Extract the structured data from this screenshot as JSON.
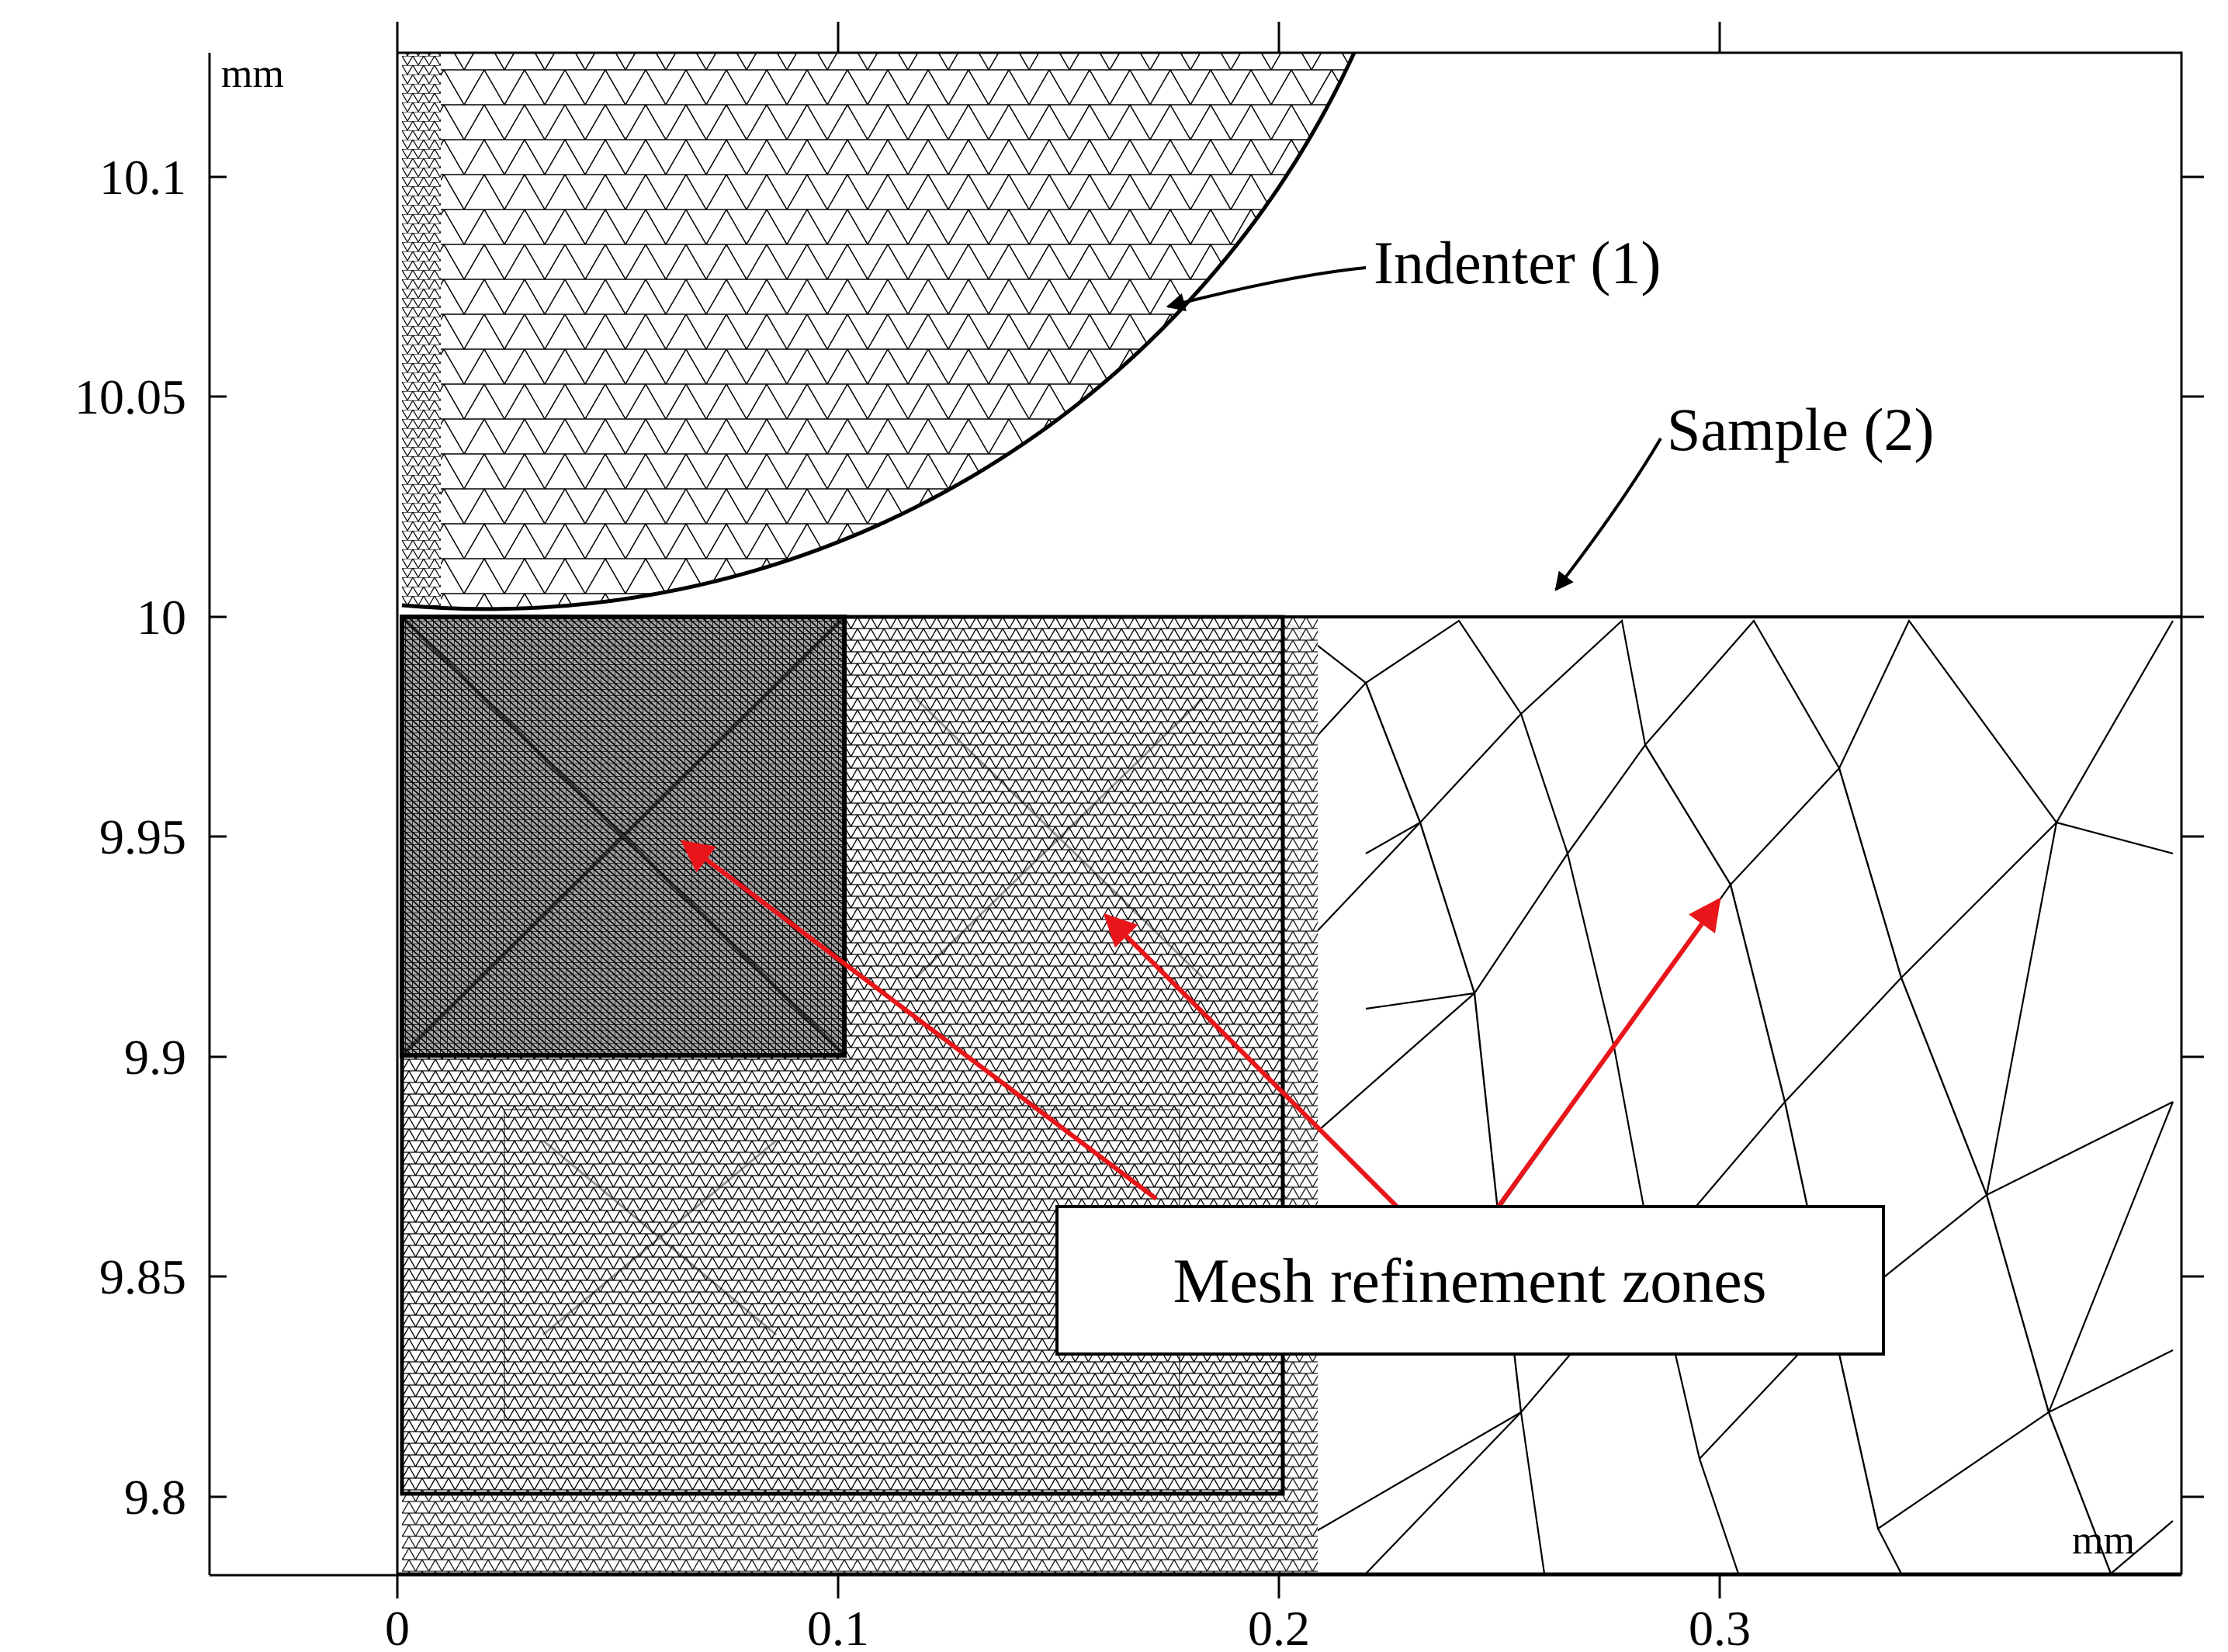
{
  "axes": {
    "x_unit": "mm",
    "y_unit": "mm",
    "x_ticks": [
      "0",
      "0.1",
      "0.2",
      "0.3"
    ],
    "y_ticks": [
      "10.1",
      "10.05",
      "10",
      "9.95",
      "9.9",
      "9.85",
      "9.8"
    ],
    "xlim": [
      -0.045,
      0.4
    ],
    "ylim": [
      9.78,
      10.13
    ]
  },
  "labels": {
    "indenter": "Indenter (1)",
    "sample": "Sample (2)",
    "refinement": "Mesh refinement zones"
  },
  "colors": {
    "mesh": "#000000",
    "callout_arrow": "#e8161b",
    "label_arrow": "#000000"
  }
}
